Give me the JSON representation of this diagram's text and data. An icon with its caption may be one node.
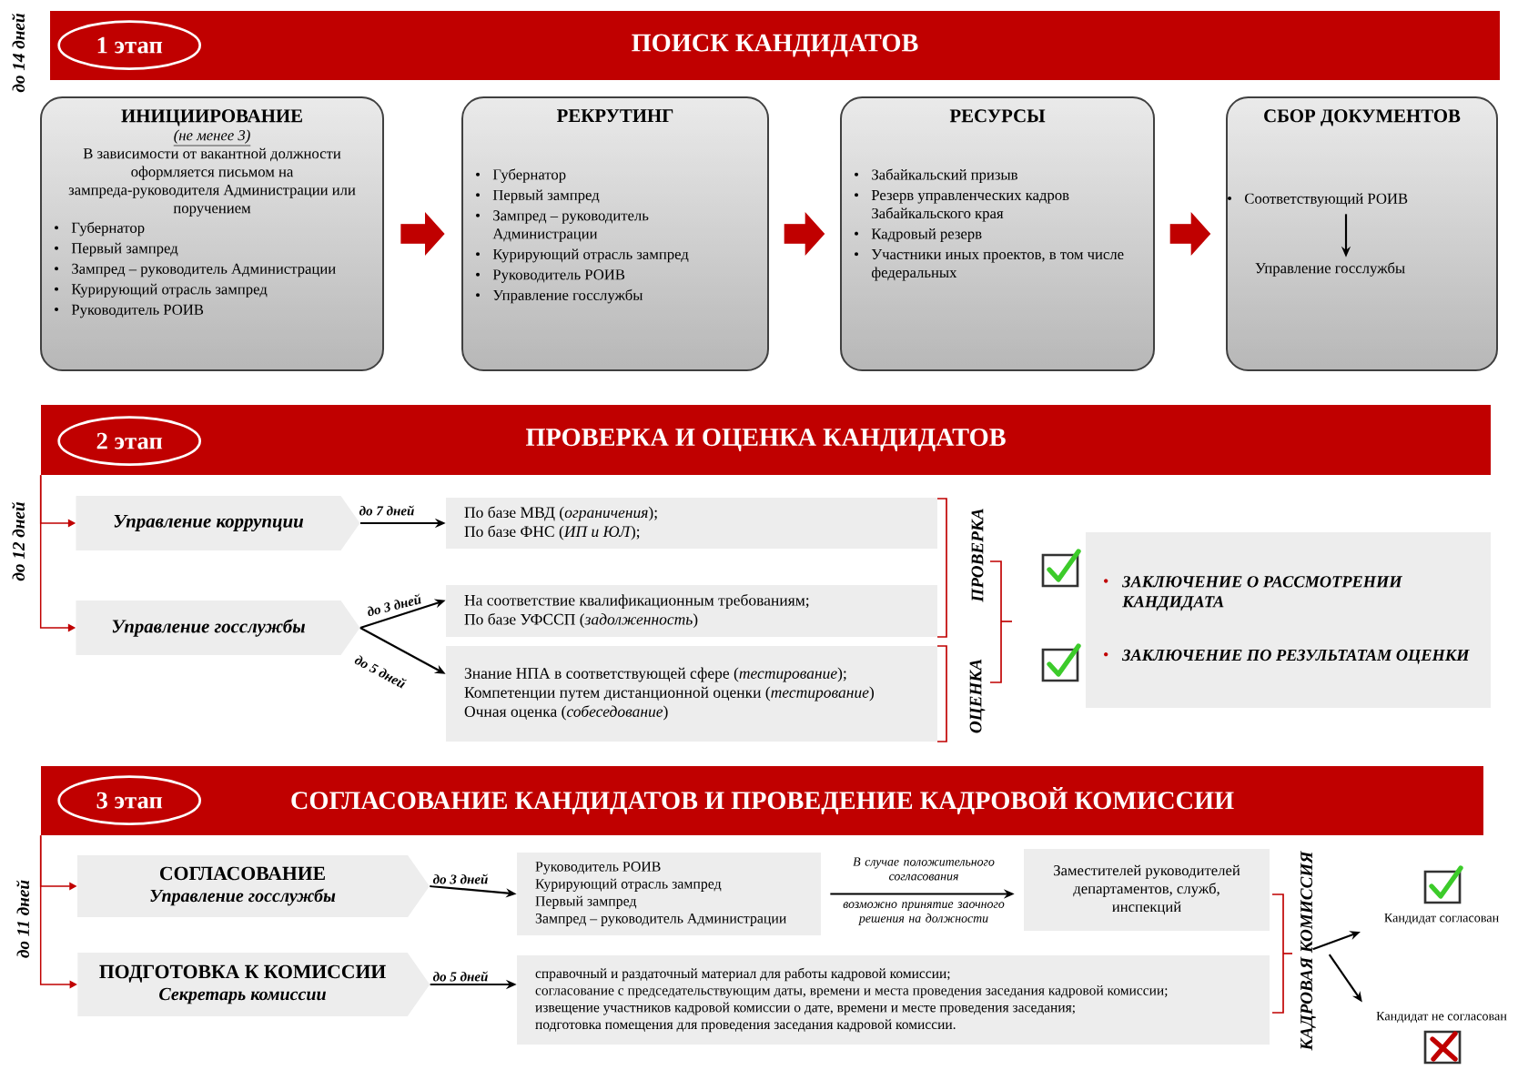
{
  "diagram": {
    "nodes": [
      {
        "text": [
          "ПОИСК КАНДИДАТОВ"
        ]
      },
      {
        "text": [
          "1 этап"
        ],
        "in": 0
      },
      {
        "text": [
          "ИНИЦИИРОВАНИЕ",
          "(не менее 3)",
          "В зависимости от вакантной должности оформляется письмом на зампреда-руководителя Администрации или поручением",
          "Губернатор",
          "Первый зампред",
          "Зампред – руководитель Администрации",
          "Курирующий отрасль зампред",
          "Руководитель РОИВ"
        ]
      },
      {
        "text": [
          "РЕКРУТИНГ",
          "Губернатор",
          "Первый зампред",
          "Зампред – руководитель Администрации",
          "Курирующий отрасль зампред",
          "Руководитель РОИВ",
          "Управление госслужбы"
        ]
      },
      {
        "text": [
          "РЕСУРСЫ",
          "Забайкальский призыв",
          "Резерв управленческих кадров Забайкальского края",
          "Кадровый резерв",
          "Участники иных проектов, в том числе федеральных"
        ]
      },
      {
        "text": [
          "СБОР ДОКУМЕНТОВ"
        ]
      },
      {
        "text": [
          "Соответствующий РОИВ"
        ],
        "in": 5
      },
      {
        "text": [
          "Управление госслужбы"
        ],
        "in": 5
      },
      {
        "text": [
          "ПРОВЕРКА И ОЦЕНКА КАНДИДАТОВ"
        ]
      },
      {
        "text": [
          "2 этап"
        ],
        "in": 8
      },
      {
        "text": [
          "Управление коррупции"
        ]
      },
      {
        "text": [
          "Управление госслужбы"
        ]
      },
      {
        "text": [
          "По базе МВД (*ограничения*);",
          "По базе ФНС (*ИП и ЮЛ*);"
        ]
      },
      {
        "text": [
          "На соответствие квалификационным требованиям;",
          "По базе УФССП (*задолженность*)"
        ]
      },
      {
        "text": [
          "Знание НПА в соответствующей сфере (*тестирование*);",
          "Компетенции путем дистанционной оценки (*тестирование*)",
          "Очная оценка (*собеседование*)"
        ]
      },
      {
        "text": [
          "ЗАКЛЮЧЕНИЕ О РАССМОТРЕНИИ КАНДИДАТА",
          "ЗАКЛЮЧЕНИЕ ПО РЕЗУЛЬТАТАМ ОЦЕНКИ"
        ]
      },
      {
        "text": [
          "СОГЛАСОВАНИЕ КАНДИДАТОВ И ПРОВЕДЕНИЕ КАДРОВОЙ КОМИССИИ"
        ]
      },
      {
        "text": [
          "3 этап"
        ],
        "in": 16
      },
      {
        "text": [
          "СОГЛАСОВАНИЕ",
          "Управление госслужбы"
        ]
      },
      {
        "text": [
          "ПОДГОТОВКА К КОМИССИИ",
          "Секретарь комиссии"
        ]
      },
      {
        "text": [
          "Руководитель РОИВ",
          "Курирующий отрасль зампред",
          "Первый зампред",
          "Зампред – руководитель Администрации"
        ]
      },
      {
        "text": [
          "Заместителей руководителей департаментов, служб, инспекций"
        ]
      },
      {
        "text": [
          "справочный и раздаточный материал для работы кадровой комиссии;",
          "согласование с председательствующим даты, времени и места проведения заседания кадровой комиссии;",
          "извещение участников кадровой комиссии о дате, времени и месте проведения заседания;",
          "подготовка помещения для проведения заседания кадровой комиссии."
        ]
      },
      {
        "text": [
          "КАДРОВАЯ КОМИССИЯ"
        ]
      },
      {
        "text": [
          "Кандидат согласован"
        ]
      },
      {
        "text": [
          "Кандидат не согласован"
        ]
      }
    ],
    "edges": [
      {
        "from": 2,
        "to": 3,
        "arrow": "to",
        "style": "thick",
        "color": "#c00000"
      },
      {
        "from": 3,
        "to": 4,
        "arrow": "to",
        "style": "thick",
        "color": "#c00000"
      },
      {
        "from": 4,
        "to": 5,
        "arrow": "to",
        "style": "thick",
        "color": "#c00000"
      },
      {
        "from": 6,
        "to": 7,
        "arrow": "to"
      },
      {
        "from": 8,
        "to": 10,
        "arrow": "to",
        "color": "#c00000"
      },
      {
        "from": 8,
        "to": 11,
        "arrow": "to",
        "color": "#c00000"
      },
      {
        "from": 10,
        "to": 12,
        "arrow": "to",
        "label": "до 7 дней"
      },
      {
        "from": 11,
        "to": 13,
        "arrow": "to",
        "label": "до 3 дней"
      },
      {
        "from": 11,
        "to": 14,
        "arrow": "to",
        "label": "до 5 дней"
      },
      {
        "from": 16,
        "to": 18,
        "arrow": "to",
        "color": "#c00000"
      },
      {
        "from": 16,
        "to": 19,
        "arrow": "to",
        "color": "#c00000"
      },
      {
        "from": 18,
        "to": 20,
        "arrow": "to",
        "label": "до 3 дней"
      },
      {
        "from": 19,
        "to": 22,
        "arrow": "to",
        "label": "до 5 дней"
      },
      {
        "from": 20,
        "to": 21,
        "arrow": "to",
        "label": "В случае положительного согласования"
      },
      {
        "from": 23,
        "to": 24,
        "arrow": "to"
      },
      {
        "from": 23,
        "to": 25,
        "arrow": "to"
      }
    ],
    "labels": [
      "до 14 дней",
      "до 12 дней",
      "ПРОВЕРКА",
      "ОЦЕНКА",
      "до 11 дней",
      "возможно принятие заочного решения на должности"
    ]
  }
}
